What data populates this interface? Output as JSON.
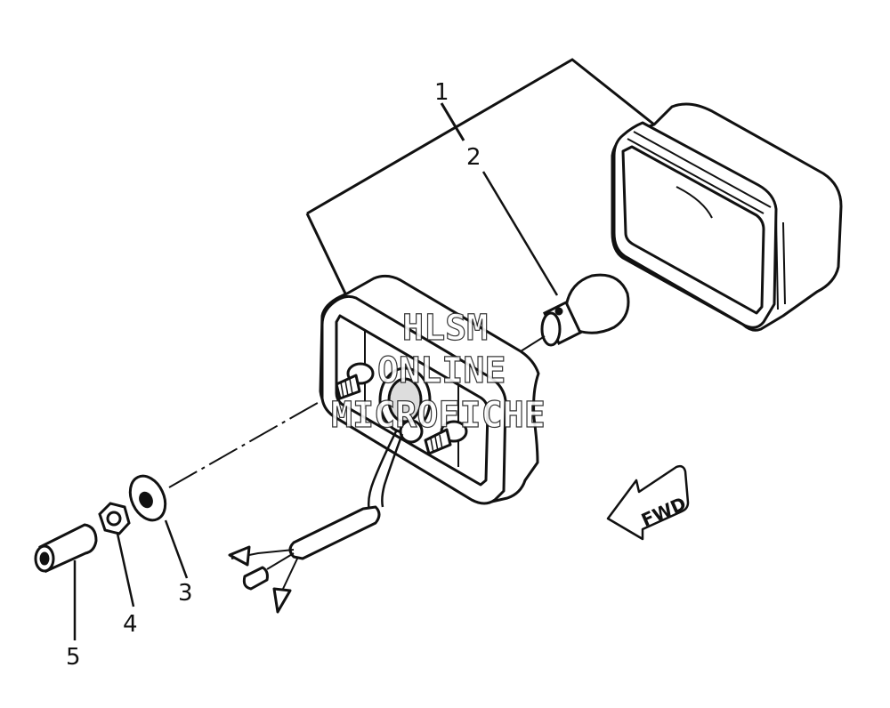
{
  "callouts": {
    "c1": "1",
    "c2": "2",
    "c3": "3",
    "c4": "4",
    "c5": "5"
  },
  "watermark": {
    "line1": "HLSM",
    "line2": "ONLINE",
    "line3": "MICROFICHE"
  },
  "direction_arrow": {
    "label": "FWD"
  }
}
